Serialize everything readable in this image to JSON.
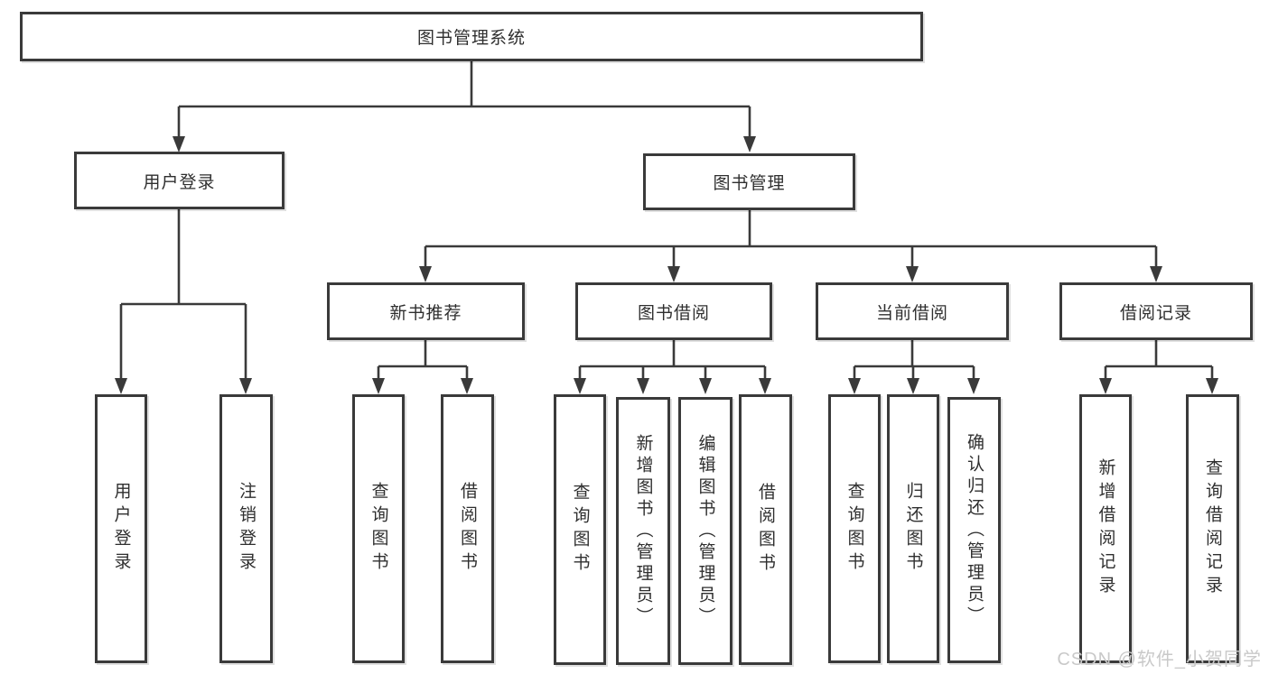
{
  "colors": {
    "line": "#3a3a3a",
    "text": "#2f2f2f",
    "box_background": "#ffffff",
    "watermark": "#c9c9c9"
  },
  "diagram": {
    "root": {
      "label": "图书管理系统"
    },
    "level2": [
      {
        "label": "用户登录"
      },
      {
        "label": "图书管理"
      }
    ],
    "level3": [
      {
        "label": "新书推荐",
        "parent": "图书管理"
      },
      {
        "label": "图书借阅",
        "parent": "图书管理"
      },
      {
        "label": "当前借阅",
        "parent": "图书管理"
      },
      {
        "label": "借阅记录",
        "parent": "图书管理"
      }
    ],
    "leaves": [
      {
        "label": "用户登录",
        "parent": "用户登录"
      },
      {
        "label": "注销登录",
        "parent": "用户登录"
      },
      {
        "label": "查询图书",
        "parent": "新书推荐"
      },
      {
        "label": "借阅图书",
        "parent": "新书推荐"
      },
      {
        "label": "查询图书",
        "parent": "图书借阅"
      },
      {
        "label": "新增图书（管理员）",
        "parent": "图书借阅"
      },
      {
        "label": "编辑图书（管理员）",
        "parent": "图书借阅"
      },
      {
        "label": "借阅图书",
        "parent": "图书借阅"
      },
      {
        "label": "查询图书",
        "parent": "当前借阅"
      },
      {
        "label": "归还图书",
        "parent": "当前借阅"
      },
      {
        "label": "确认归还（管理员）",
        "parent": "当前借阅"
      },
      {
        "label": "新增借阅记录",
        "parent": "借阅记录"
      },
      {
        "label": "查询借阅记录",
        "parent": "借阅记录"
      }
    ]
  },
  "watermark": {
    "text": "CSDN @软件_小贺同学"
  }
}
